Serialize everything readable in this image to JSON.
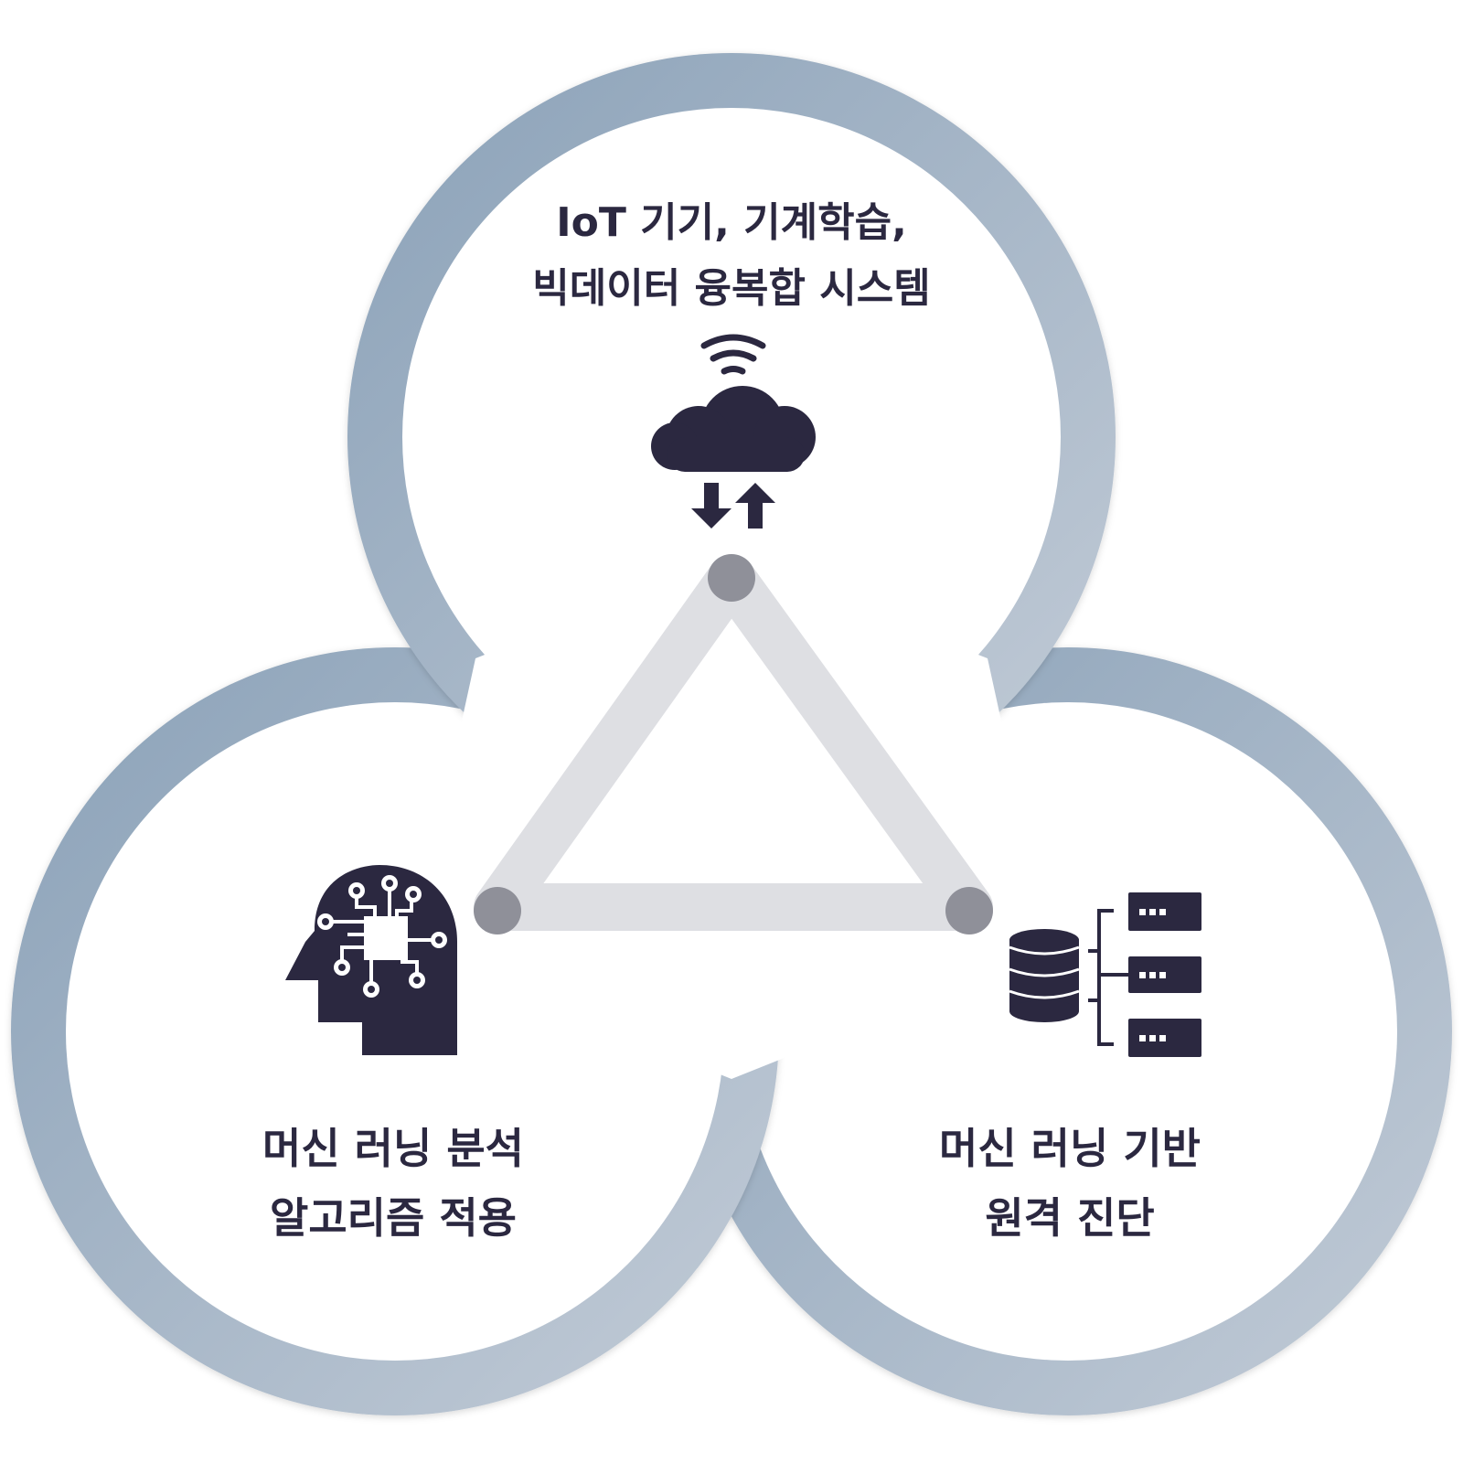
{
  "nodes": {
    "top": {
      "lines": [
        "IoT 기기, 기계학습,",
        "빅데이터 융복합 시스템"
      ],
      "icon": "cloud-sync-icon"
    },
    "left": {
      "lines": [
        "머신 러닝 분석",
        "알고리즘 적용"
      ],
      "icon": "ai-head-icon"
    },
    "right": {
      "lines": [
        "머신 러닝 기반",
        "원격 진단"
      ],
      "icon": "database-server-icon"
    }
  },
  "colors": {
    "ring_start": "#8aa1b8",
    "ring_end": "#c3ccd7",
    "icon": "#2b2840",
    "connector": "#dedfe3",
    "node_dot": "#8f9099"
  }
}
